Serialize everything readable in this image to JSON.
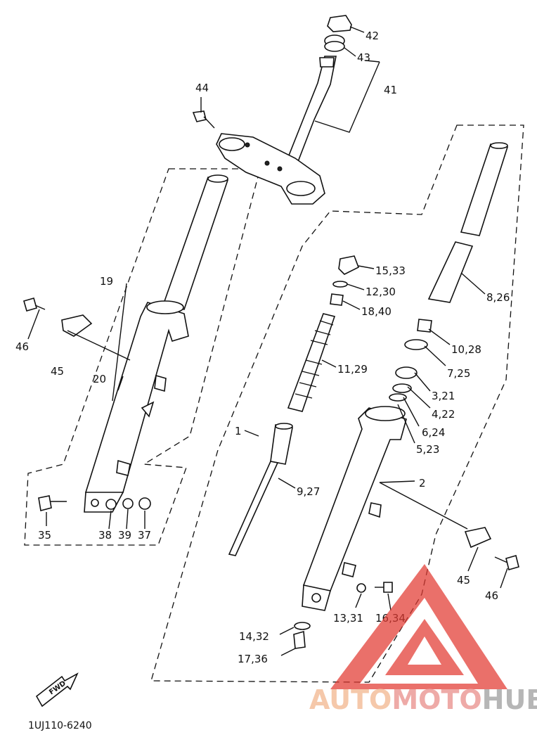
{
  "diagram": {
    "code": "1UJ110-6240",
    "direction_label": "FWD",
    "callouts": [
      {
        "id": "c42",
        "text": "42"
      },
      {
        "id": "c43",
        "text": "43"
      },
      {
        "id": "c41",
        "text": "41"
      },
      {
        "id": "c44",
        "text": "44"
      },
      {
        "id": "c19",
        "text": "19"
      },
      {
        "id": "c46a",
        "text": "46"
      },
      {
        "id": "c45a",
        "text": "45"
      },
      {
        "id": "c20",
        "text": "20"
      },
      {
        "id": "c35",
        "text": "35"
      },
      {
        "id": "c38",
        "text": "38"
      },
      {
        "id": "c39",
        "text": "39"
      },
      {
        "id": "c37",
        "text": "37"
      },
      {
        "id": "c1533",
        "text": "15,33"
      },
      {
        "id": "c1230",
        "text": "12,30"
      },
      {
        "id": "c1840",
        "text": "18,40"
      },
      {
        "id": "c1129",
        "text": "11,29"
      },
      {
        "id": "c1",
        "text": "1"
      },
      {
        "id": "c927",
        "text": "9,27"
      },
      {
        "id": "c826",
        "text": "8,26"
      },
      {
        "id": "c1028",
        "text": "10,28"
      },
      {
        "id": "c725",
        "text": "7,25"
      },
      {
        "id": "c321",
        "text": "3,21"
      },
      {
        "id": "c422",
        "text": "4,22"
      },
      {
        "id": "c624",
        "text": "6,24"
      },
      {
        "id": "c523",
        "text": "5,23"
      },
      {
        "id": "c2",
        "text": "2"
      },
      {
        "id": "c45b",
        "text": "45"
      },
      {
        "id": "c46b",
        "text": "46"
      },
      {
        "id": "c1331",
        "text": "13,31"
      },
      {
        "id": "c1634",
        "text": "16,34"
      },
      {
        "id": "c1432",
        "text": "14,32"
      },
      {
        "id": "c1736",
        "text": "17,36"
      }
    ]
  },
  "watermark": {
    "segments": [
      {
        "text": "AUTO",
        "color": "#f2b48a"
      },
      {
        "text": "MOTO",
        "color": "#e88a86"
      },
      {
        "text": "HUB",
        "color": "#9a9a9a"
      }
    ],
    "triangle_color": "#e23a32"
  }
}
